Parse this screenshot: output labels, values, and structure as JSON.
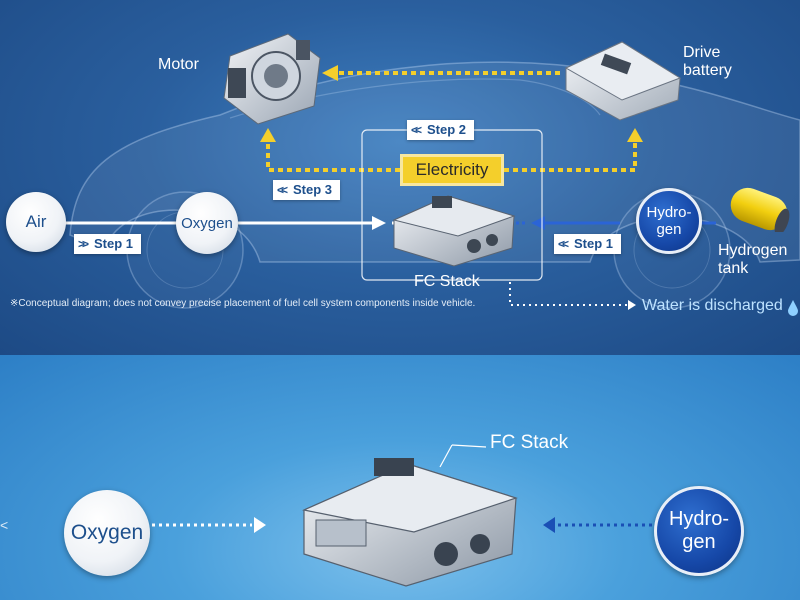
{
  "top": {
    "labels": {
      "motor": "Motor",
      "drive_battery_line1": "Drive",
      "drive_battery_line2": "battery",
      "electricity": "Electricity",
      "fc_stack": "FC Stack",
      "hydrogen_tank_line1": "Hydrogen",
      "hydrogen_tank_line2": "tank",
      "water": "Water is discharged"
    },
    "nodes": {
      "air": "Air",
      "oxygen": "Oxygen",
      "hydrogen_line1": "Hydro-",
      "hydrogen_line2": "gen"
    },
    "steps": {
      "step1_left": "Step 1",
      "step1_right": "Step 1",
      "step2": "Step 2",
      "step3": "Step 3"
    },
    "note": "※Conceptual diagram; does not convey precise placement of fuel cell system components inside vehicle."
  },
  "bottom": {
    "fc_stack": "FC Stack",
    "oxygen": "Oxygen",
    "hydrogen_line1": "Hydro-",
    "hydrogen_line2": "gen"
  },
  "colors": {
    "electricity_yellow": "#f4cf2b",
    "hydrogen_blue": "#1648a8",
    "oxygen_white": "#ffffff",
    "water_text": "#bde2ff"
  }
}
